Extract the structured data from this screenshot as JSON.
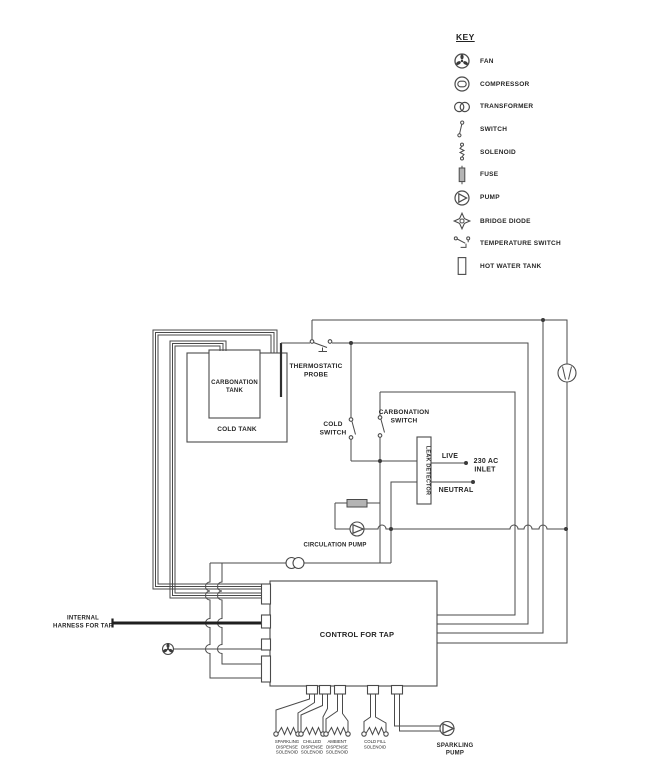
{
  "key": {
    "title": "KEY",
    "items": [
      {
        "label": "FAN"
      },
      {
        "label": "COMPRESSOR"
      },
      {
        "label": "TRANSFORMER"
      },
      {
        "label": "SWITCH"
      },
      {
        "label": "SOLENOID"
      },
      {
        "label": "FUSE"
      },
      {
        "label": "PUMP"
      },
      {
        "label": "BRIDGE DIODE"
      },
      {
        "label": "TEMPERATURE SWITCH"
      },
      {
        "label": "HOT WATER TANK"
      }
    ]
  },
  "diagram": {
    "labels": {
      "thermostatic_probe": [
        "THERMOSTATIC",
        "PROBE"
      ],
      "carbonation_tank": [
        "CARBONATION",
        "TANK"
      ],
      "cold_tank": "COLD TANK",
      "cold_switch": [
        "COLD",
        "SWITCH"
      ],
      "carbonation_switch": [
        "CARBONATION",
        "SWITCH"
      ],
      "leak_detector": "LEAK DETECTOR",
      "live": "LIVE",
      "inlet": [
        "230 AC",
        "INLET"
      ],
      "neutral": "NEUTRAL",
      "circulation_pump": "CIRCULATION PUMP",
      "control_for_tap": "CONTROL FOR TAP",
      "internal_harness": [
        "INTERNAL",
        "HARNESS FOR TAP"
      ],
      "sparkling_pump": [
        "SPARKLING",
        "PUMP"
      ],
      "solenoids": [
        [
          "SPARKLING",
          "DISPENSE",
          "SOLENOID"
        ],
        [
          "CHILLED",
          "DISPENSE",
          "SOLENOID"
        ],
        [
          "AMBIENT",
          "DISPENSE",
          "SOLENOID"
        ],
        [
          "COLD FILL",
          "SOLENOID"
        ]
      ]
    },
    "colors": {
      "line": "#4a4a4a",
      "text": "#262626",
      "fuse_fill": "#b4b4b4"
    }
  }
}
